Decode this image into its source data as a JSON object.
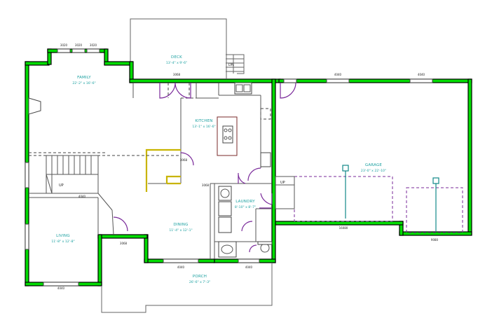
{
  "rooms": {
    "deck": {
      "name": "DECK",
      "dims": "13'-4\" x 9'-6\""
    },
    "family": {
      "name": "FAMILY",
      "dims": "22'-2\" x 16'-6\""
    },
    "kitchen": {
      "name": "KITCHEN",
      "dims": "13'-1\" x 16'-6\""
    },
    "garage": {
      "name": "GARAGE",
      "dims": "23'-0\" x 22'-10\""
    },
    "laundry": {
      "name": "LAUNDRY",
      "dims": "8'-10\" x 8'-7\""
    },
    "dining": {
      "name": "DINING",
      "dims": "11'-4\" x 12'-1\""
    },
    "living": {
      "name": "LIVING",
      "dims": "11'-8\" x 12'-8\""
    },
    "porch": {
      "name": "PORCH",
      "dims": "26'-6\" x 7'-3\""
    }
  },
  "stairs": {
    "left_label": "UP",
    "deck_label": "DN",
    "laundry_label": "UP"
  },
  "window_tags": {
    "family_1": "3020",
    "family_2": "3020",
    "family_3": "3020",
    "deck_door": "3068",
    "garage_1": "4040",
    "garage_2": "4040",
    "kitchen_side": "3068",
    "living_top": "4040",
    "dining_side": "3068",
    "porch_1": "4040",
    "porch_2": "4040",
    "living_bottom": "4040",
    "garage_door_1": "16080",
    "garage_door_2": "9080",
    "entry": "3068"
  }
}
